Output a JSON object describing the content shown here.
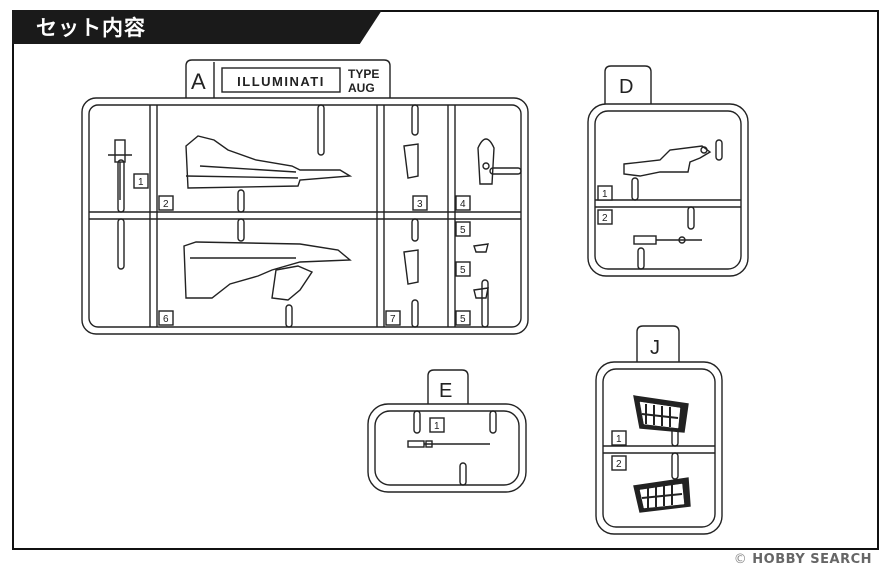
{
  "header": {
    "title": "セット内容"
  },
  "runners": {
    "A": {
      "tag": "A",
      "logo": "ILLUMINATI",
      "type_line1": "TYPE",
      "type_line2": "AUG",
      "part_numbers": [
        "1",
        "2",
        "3",
        "4",
        "5",
        "5",
        "6",
        "7",
        "5"
      ]
    },
    "D": {
      "tag": "D",
      "part_numbers": [
        "1",
        "2"
      ]
    },
    "E": {
      "tag": "E",
      "part_numbers": [
        "1"
      ]
    },
    "J": {
      "tag": "J",
      "part_numbers": [
        "1",
        "2"
      ]
    }
  },
  "watermark": {
    "symbol": "©",
    "text": "HOBBY SEARCH"
  }
}
